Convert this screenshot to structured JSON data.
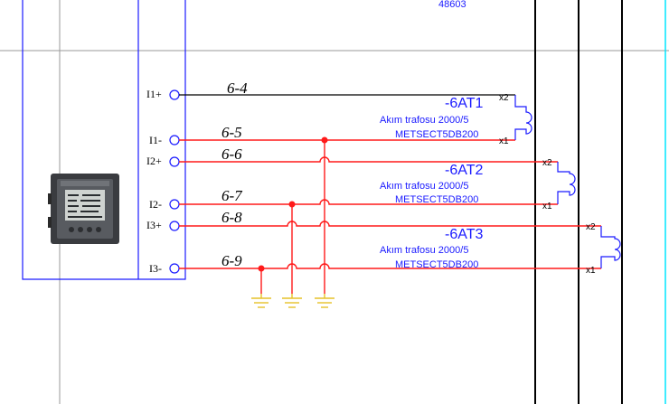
{
  "colors": {
    "wire_red": "#ff1a1a",
    "meter_blue": "#1a1aff",
    "ground_yellow": "#e6c229",
    "grid_gray": "#9a9a9a",
    "bus_black": "#000000",
    "edge_cyan": "#00e5ff"
  },
  "header": {
    "ref_number": "48603"
  },
  "meter": {
    "icon": "power-meter-icon",
    "terminals": [
      {
        "id": "i1p",
        "label": "I1+"
      },
      {
        "id": "i1m",
        "label": "I1-"
      },
      {
        "id": "i2p",
        "label": "I2+"
      },
      {
        "id": "i2m",
        "label": "I2-"
      },
      {
        "id": "i3p",
        "label": "I3+"
      },
      {
        "id": "i3m",
        "label": "I3-"
      }
    ]
  },
  "wires": [
    {
      "id": "w64",
      "label": "6-4"
    },
    {
      "id": "w65",
      "label": "6-5"
    },
    {
      "id": "w66",
      "label": "6-6"
    },
    {
      "id": "w67",
      "label": "6-7"
    },
    {
      "id": "w68",
      "label": "6-8"
    },
    {
      "id": "w69",
      "label": "6-9"
    }
  ],
  "transformers": [
    {
      "tag": "-6AT1",
      "desc": "Akım trafosu 2000/5",
      "model": "METSECT5DB200",
      "pin_x2": "x2",
      "pin_x1": "x1"
    },
    {
      "tag": "-6AT2",
      "desc": "Akım trafosu 2000/5",
      "model": "METSECT5DB200",
      "pin_x2": "x2",
      "pin_x1": "x1"
    },
    {
      "tag": "-6AT3",
      "desc": "Akım trafosu 2000/5",
      "model": "METSECT5DB200",
      "pin_x2": "x2",
      "pin_x1": "x1"
    }
  ]
}
